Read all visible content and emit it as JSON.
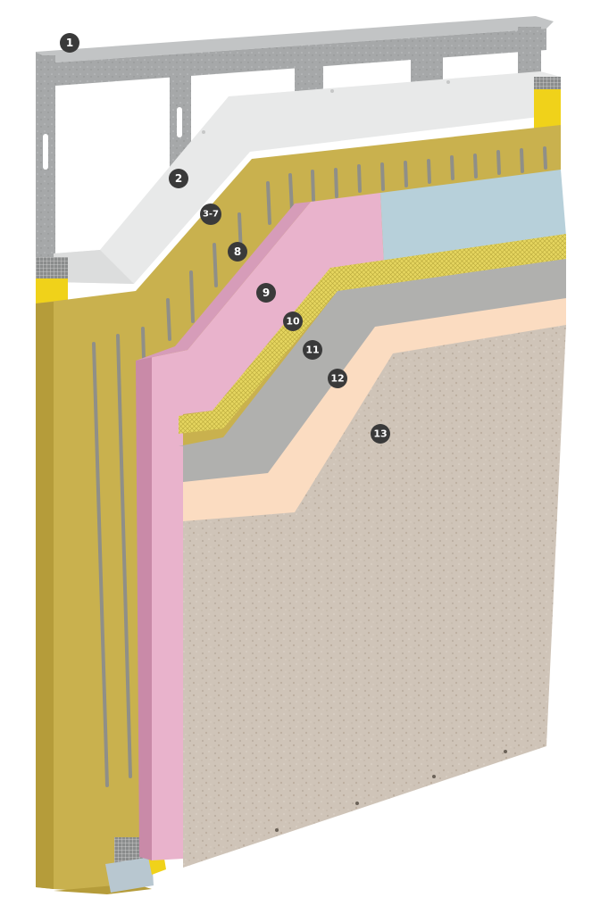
{
  "callouts": [
    {
      "id": "c1",
      "label": "1"
    },
    {
      "id": "c2",
      "label": "2"
    },
    {
      "id": "c3",
      "label": "3-7"
    },
    {
      "id": "c8",
      "label": "8"
    },
    {
      "id": "c9",
      "label": "9"
    },
    {
      "id": "c10",
      "label": "10"
    },
    {
      "id": "c11",
      "label": "11"
    },
    {
      "id": "c12",
      "label": "12"
    },
    {
      "id": "c13",
      "label": "13"
    }
  ],
  "colors": {
    "steel_frame": "#a3a5a6",
    "sheathing": "#e7e8e8",
    "adhesive_yellow": "#c9b14e",
    "tape_yellow": "#f0d21a",
    "insulation_pink": "#e9b3cc",
    "insulation_blue": "#b7d0da",
    "mesh": "#dfd05a",
    "base_coat": "#b0b0ae",
    "primer": "#fbdcc1",
    "finish": "#cfc4b8",
    "callout_badge": "#3a3a3a"
  }
}
